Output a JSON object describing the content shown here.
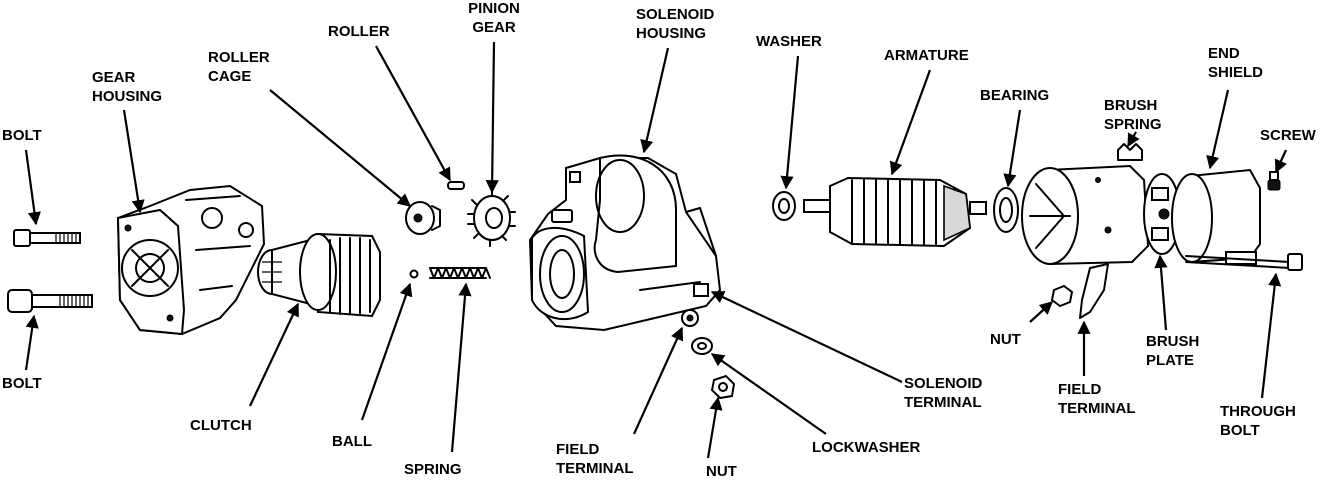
{
  "labels": {
    "bolt_top": "BOLT",
    "bolt_bottom": "BOLT",
    "gear_housing_1": "GEAR",
    "gear_housing_2": "HOUSING",
    "roller_cage_1": "ROLLER",
    "roller_cage_2": "CAGE",
    "roller": "ROLLER",
    "pinion_gear_1": "PINION",
    "pinion_gear_2": "GEAR",
    "solenoid_housing_1": "SOLENOID",
    "solenoid_housing_2": "HOUSING",
    "washer": "WASHER",
    "armature": "ARMATURE",
    "bearing": "BEARING",
    "brush_spring_1": "BRUSH",
    "brush_spring_2": "SPRING",
    "end_shield_1": "END",
    "end_shield_2": "SHIELD",
    "screw": "SCREW",
    "clutch": "CLUTCH",
    "ball": "BALL",
    "spring": "SPRING",
    "field_terminal_left_1": "FIELD",
    "field_terminal_left_2": "TERMINAL",
    "nut_left": "NUT",
    "lockwasher": "LOCKWASHER",
    "solenoid_terminal_1": "SOLENOID",
    "solenoid_terminal_2": "TERMINAL",
    "nut_right": "NUT",
    "field_terminal_right_1": "FIELD",
    "field_terminal_right_2": "TERMINAL",
    "brush_plate_1": "BRUSH",
    "brush_plate_2": "PLATE",
    "through_bolt_1": "THROUGH",
    "through_bolt_2": "BOLT"
  }
}
